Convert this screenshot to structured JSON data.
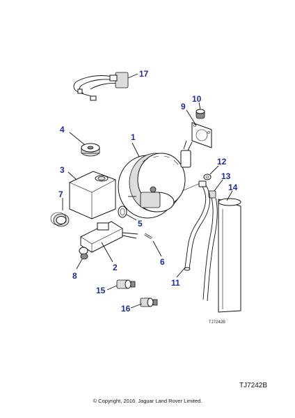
{
  "callouts": {
    "c1": "1",
    "c2": "2",
    "c3": "3",
    "c4": "4",
    "c5": "5",
    "c6": "6",
    "c7": "7",
    "c8": "8",
    "c9": "9",
    "c10": "10",
    "c11": "11",
    "c12": "12",
    "c13": "13",
    "c14": "14",
    "c15": "15",
    "c16": "16",
    "c17": "17"
  },
  "drawing_code_small": "TJ7242B",
  "drawing_code_large": "TJ7242B",
  "copyright": "© Copyright, 2016. Jaguar Land Rover Limited.",
  "colors": {
    "callout": "#1b2a9e",
    "line": "#111111",
    "background": "#ffffff"
  }
}
